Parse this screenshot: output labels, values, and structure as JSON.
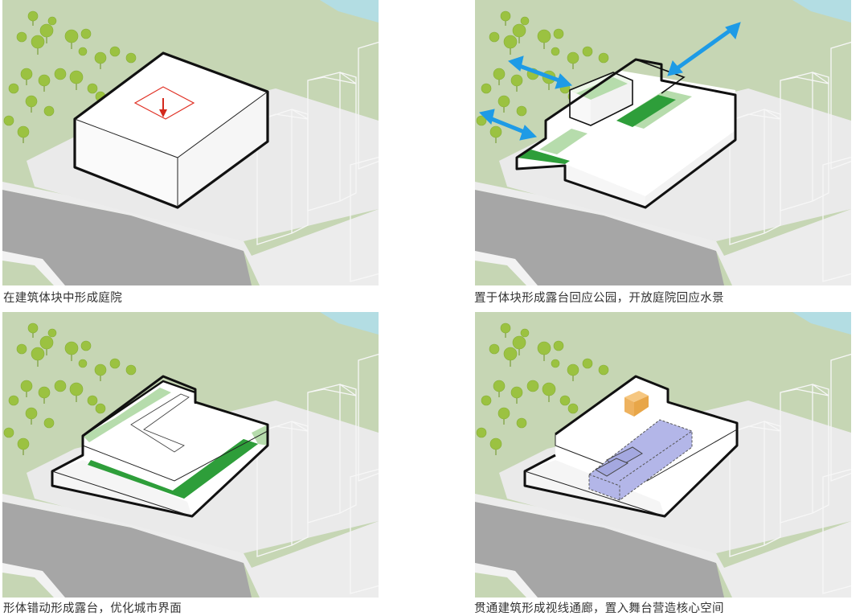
{
  "panels": [
    {
      "id": "p1",
      "caption": "在建筑体块中形成庭院"
    },
    {
      "id": "p2",
      "caption": "置于体块形成露台回应公园，开放庭院回应水景"
    },
    {
      "id": "p3",
      "caption": "形体错动形成露台，优化城市界面"
    },
    {
      "id": "p4",
      "caption": "贯通建筑形成视线通廊，置入舞台营造核心空间"
    }
  ],
  "colors": {
    "site_green": "#c5d5b3",
    "water": "#b4dde3",
    "road": "#a5a5a5",
    "plaza": "#eeeeee",
    "tree": "#9cc243",
    "terrace_green": "#2ea03c",
    "light_green": "#b9deb0",
    "arrow_blue": "#1e9be6",
    "courtyard_red": "#e03024",
    "corridor_purple": "#b0b4e6",
    "stage_orange": "#f1b96c"
  },
  "icons": [
    "down-arrow-icon",
    "double-arrow-icon"
  ]
}
